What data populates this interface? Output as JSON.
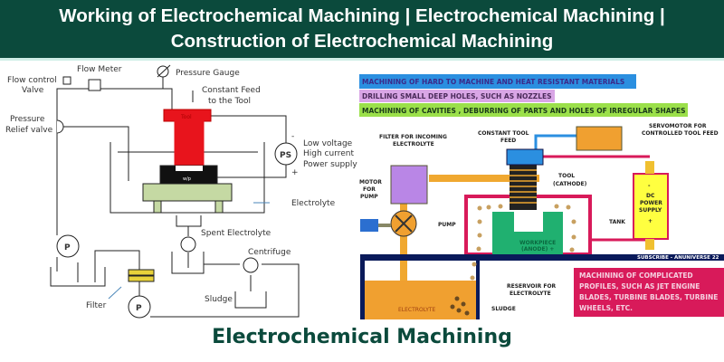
{
  "header": {
    "title_line1": "Working of Electrochemical Machining | Electrochemical Machining |",
    "title_line2": "Construction of Electrochemical Machining"
  },
  "left_diagram": {
    "flow_meter": "Flow Meter",
    "flow_control_1": "Flow control",
    "flow_control_2": "Valve",
    "pressure_gauge": "Pressure Gauge",
    "constant_feed_1": "Constant Feed",
    "constant_feed_2": "to the Tool",
    "tool": "Tool",
    "pressure_relief_1": "Pressure",
    "pressure_relief_2": "Relief valve",
    "ps": "PS",
    "minus": "-",
    "plus": "+",
    "power_1": "Low voltage",
    "power_2": "High current",
    "power_3": "Power supply",
    "workpiece": "w/p",
    "electrolyte": "Electrolyte",
    "spent_electrolyte": "Spent Electrolyte",
    "centrifuge": "Centrifuge",
    "sludge": "Sludge",
    "filter": "Filter",
    "pump": "P"
  },
  "right_diagram": {
    "banner1": "MACHINING OF HARD TO MACHINE AND HEAT RESISTANT MATERIALS",
    "banner2": "DRILLING SMALL DEEP HOLES, SUCH AS NOZZLES",
    "banner3": "MACHINING OF CAVITIES , DEBURRING OF PARTS AND HOLES OF IRREGULAR SHAPES",
    "servo_1": "SERVOMOTOR FOR",
    "servo_2": "CONTROLLED TOOL FEED",
    "const_feed_1": "CONSTANT TOOL",
    "const_feed_2": "FEED",
    "filter_1": "FILTER FOR INCOMING",
    "filter_2": "ELECTROLYTE",
    "tool_1": "TOOL",
    "tool_2": "(CATHODE)",
    "motor_1": "MOTOR",
    "motor_2": "FOR",
    "motor_3": "PUMP",
    "pump": "PUMP",
    "tank": "TANK",
    "dc_minus": "-",
    "dc_1": "DC",
    "dc_2": "POWER",
    "dc_3": "SUPPLY",
    "dc_plus": "+",
    "workpiece_1": "WORKPIECE",
    "workpiece_2": "(ANODE) +",
    "subscribe": "SUBSCRIBE - ANUNIVERSE 22",
    "reservoir_1": "RESERVOIR FOR",
    "reservoir_2": "ELECTROLYTE",
    "sludge": "SLUDGE",
    "electrolyte": "ELECTROLYTE",
    "profiles_1": "MACHINING   OF   COMPLICATED",
    "profiles_2": "PROFILES, SUCH AS JET ENGINE",
    "profiles_3": "BLADES, TURBINE BLADES, TURBINE",
    "profiles_4": "WHEELS, ETC."
  },
  "footer": {
    "title": "Electrochemical Machining"
  },
  "colors": {
    "header_bg": "#0b4a3c",
    "tool_red": "#e8141c",
    "plate_green": "#c5d9a3",
    "filter_yellow": "#e8d23a"
  }
}
